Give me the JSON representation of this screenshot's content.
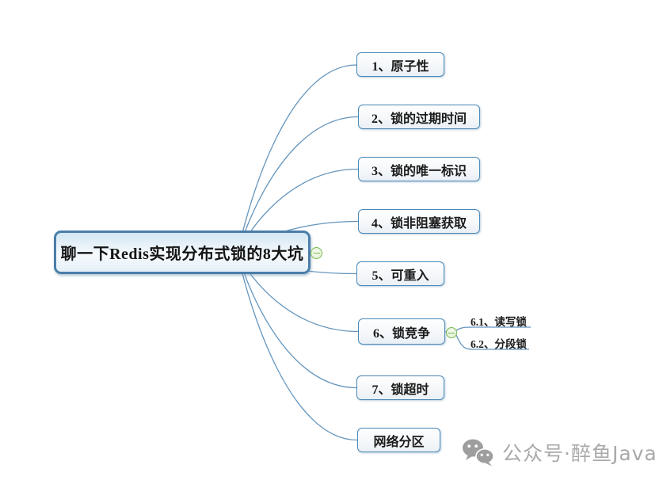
{
  "root": {
    "label": "聊一下Redis实现分布式锁的8大坑"
  },
  "branches": [
    {
      "label": "1、原子性"
    },
    {
      "label": "2、锁的过期时间"
    },
    {
      "label": "3、锁的唯一标识"
    },
    {
      "label": "4、锁非阻塞获取"
    },
    {
      "label": "5、可重入"
    },
    {
      "label": "6、锁竞争",
      "children": [
        {
          "label": "6.1、读写锁"
        },
        {
          "label": "6.2、分段锁"
        }
      ]
    },
    {
      "label": "7、锁超时"
    },
    {
      "label": "网络分区"
    }
  ],
  "icons": {
    "collapse_root": "minus-circle",
    "collapse_branch6": "minus-circle",
    "watermark": "wechat-icon"
  },
  "watermark": {
    "text": "公众号·醉鱼Java"
  },
  "colors": {
    "line": "#6495bd",
    "root_border": "#4b7ea9",
    "root_fill_top": "#d3e6f3",
    "branch_border": "#4a89b8",
    "collapse_green": "#77b84e",
    "watermark_gray": "#a9a9a9",
    "text": "#1a1a1a"
  }
}
